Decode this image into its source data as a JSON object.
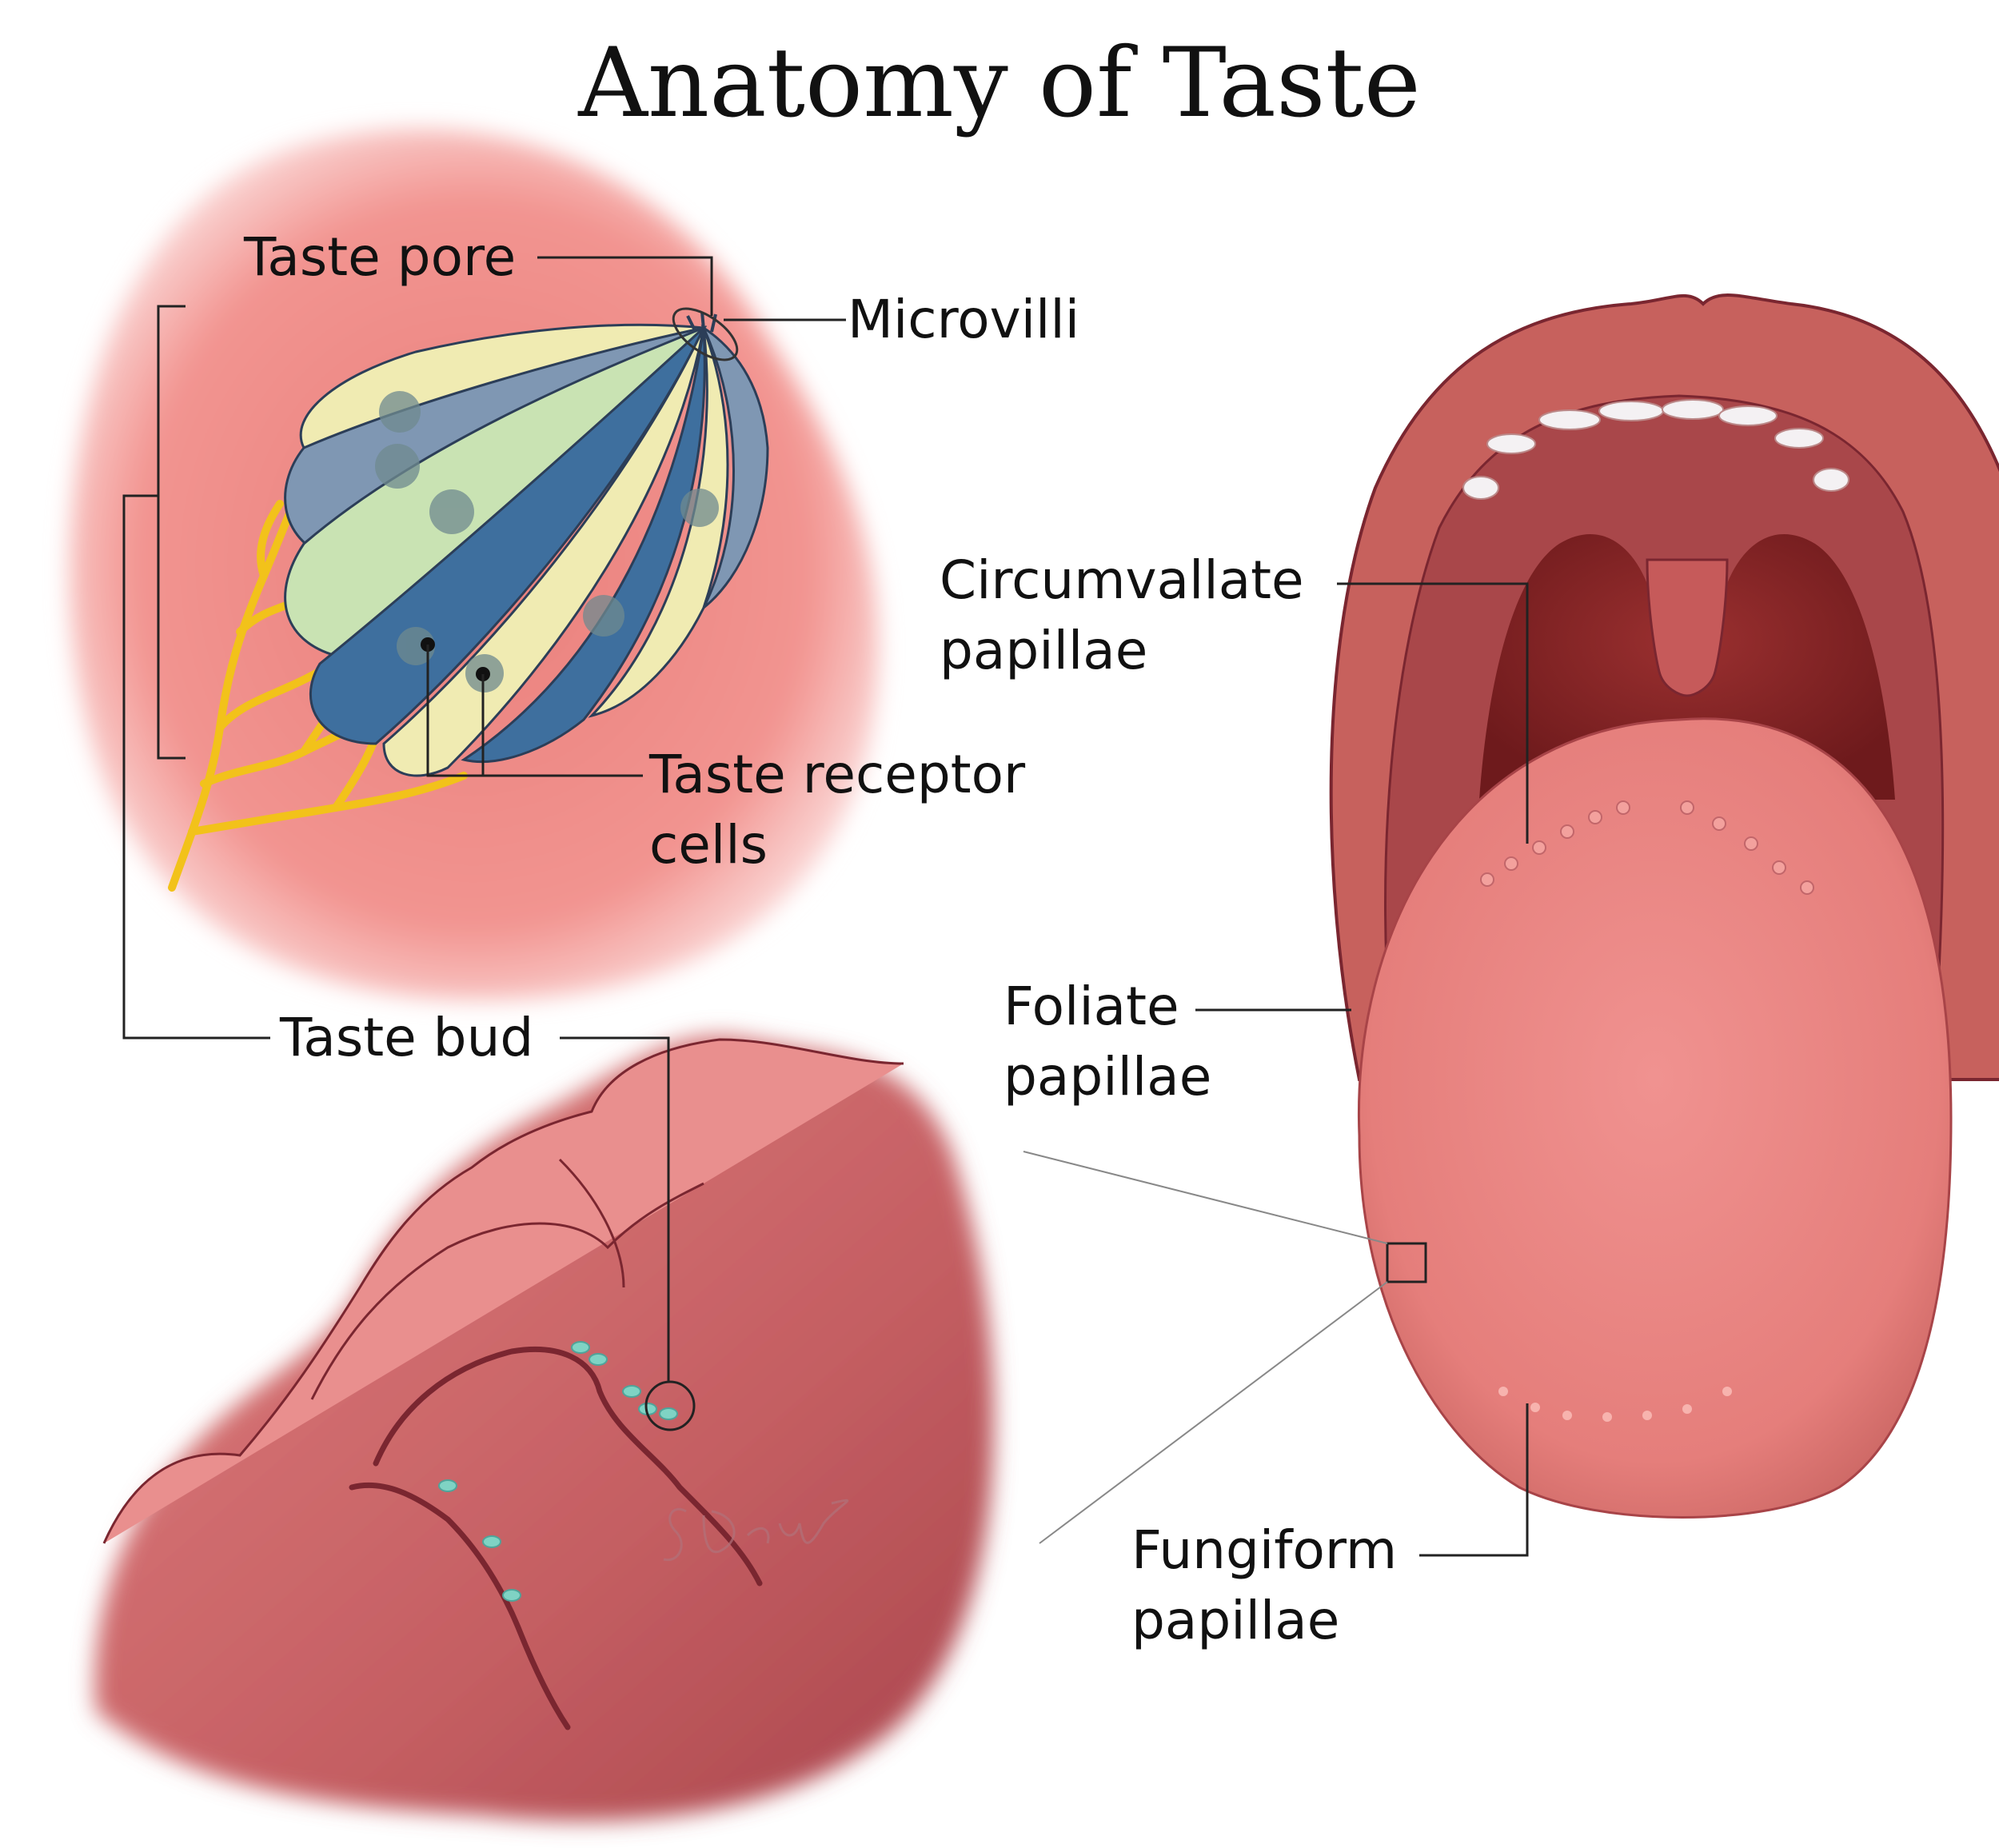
{
  "title": "Anatomy of Taste",
  "labels": {
    "taste_pore": "Taste pore",
    "microvilli": "Microvilli",
    "taste_receptor_cells": [
      "Taste receptor",
      "cells"
    ],
    "taste_bud": "Taste bud",
    "circumvallate_papillae": [
      "Circumvallate",
      "papillae"
    ],
    "foliate_papillae": [
      "Foliate",
      "papillae"
    ],
    "fungiform_papillae": [
      "Fungiform",
      "papillae"
    ]
  },
  "colors": {
    "background": "#ffffff",
    "text": "#111111",
    "leader_line": "#222222",
    "mucosa_pink": "#f08a86",
    "tongue": "#ea8884",
    "lip": "#c7615d",
    "throat": "#7a1e1e",
    "nerve": "#f2c21a",
    "cell_blue": "#3e6f9e",
    "cell_gray_blue": "#7f97b3",
    "cell_cream": "#f0ebb2",
    "cell_green": "#c9e3b3",
    "papilla_red": "#b74d52",
    "bud_teal": "#7fd3c4"
  },
  "signature": "S Davis"
}
